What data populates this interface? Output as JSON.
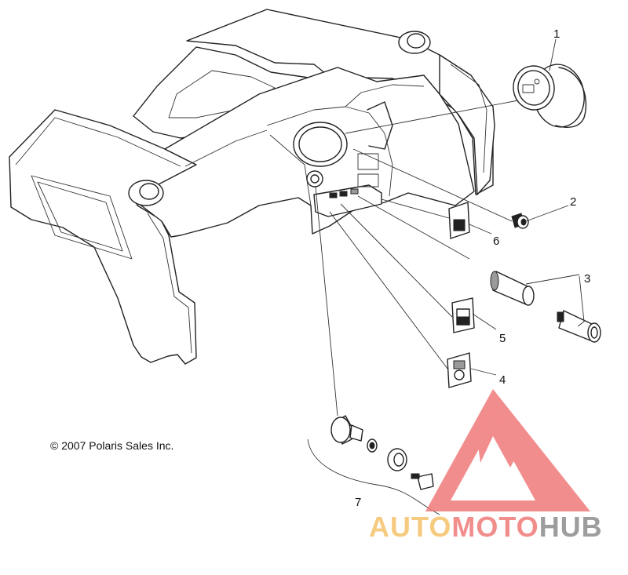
{
  "diagram": {
    "copyright": "© 2007 Polaris Sales Inc.",
    "callouts": [
      {
        "id": "1",
        "label": "1"
      },
      {
        "id": "2",
        "label": "2"
      },
      {
        "id": "3",
        "label": "3"
      },
      {
        "id": "4",
        "label": "4"
      },
      {
        "id": "5",
        "label": "5"
      },
      {
        "id": "6",
        "label": "6"
      },
      {
        "id": "7",
        "label": "7"
      }
    ]
  },
  "watermark": {
    "part1": "AUTO",
    "part2": "MOTO",
    "part3": "HUB",
    "colors": {
      "auto": "#f5c26b",
      "moto": "#ef7b78",
      "hub": "#8c8c8c",
      "triangle": "#f07a7a"
    }
  }
}
